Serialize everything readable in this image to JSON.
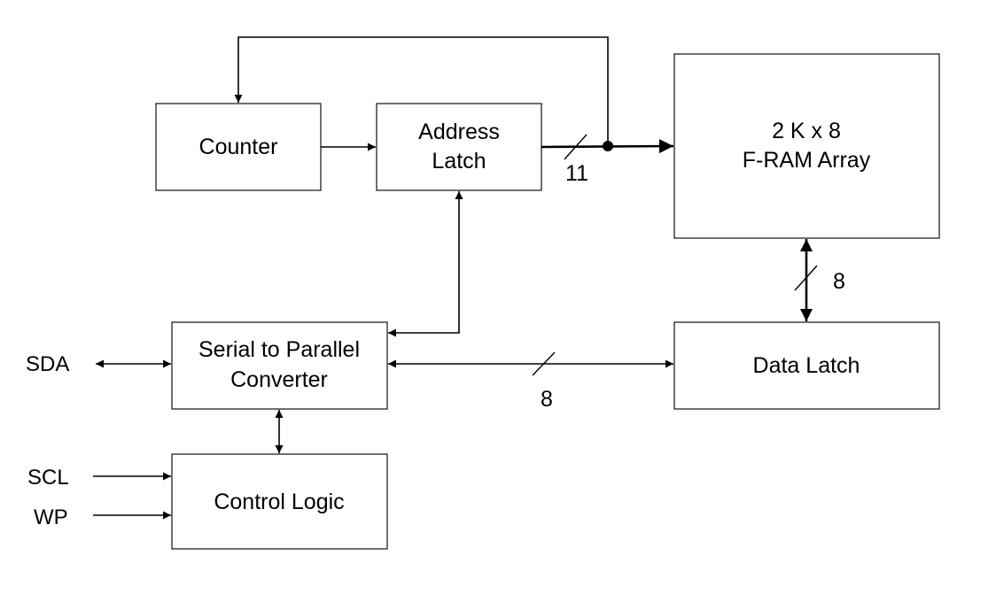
{
  "blocks": {
    "counter": {
      "label": "Counter"
    },
    "address_latch": {
      "line1": "Address",
      "line2": "Latch"
    },
    "fram_array": {
      "line1": "2 K x 8",
      "line2": "F-RAM Array"
    },
    "serial_converter": {
      "line1": "Serial to Parallel",
      "line2": "Converter"
    },
    "data_latch": {
      "label": "Data Latch"
    },
    "control_logic": {
      "label": "Control Logic"
    }
  },
  "pins": {
    "sda": "SDA",
    "scl": "SCL",
    "wp": "WP"
  },
  "bus_widths": {
    "address_bus": "11",
    "array_data_bus": "8",
    "converter_data_bus": "8"
  }
}
